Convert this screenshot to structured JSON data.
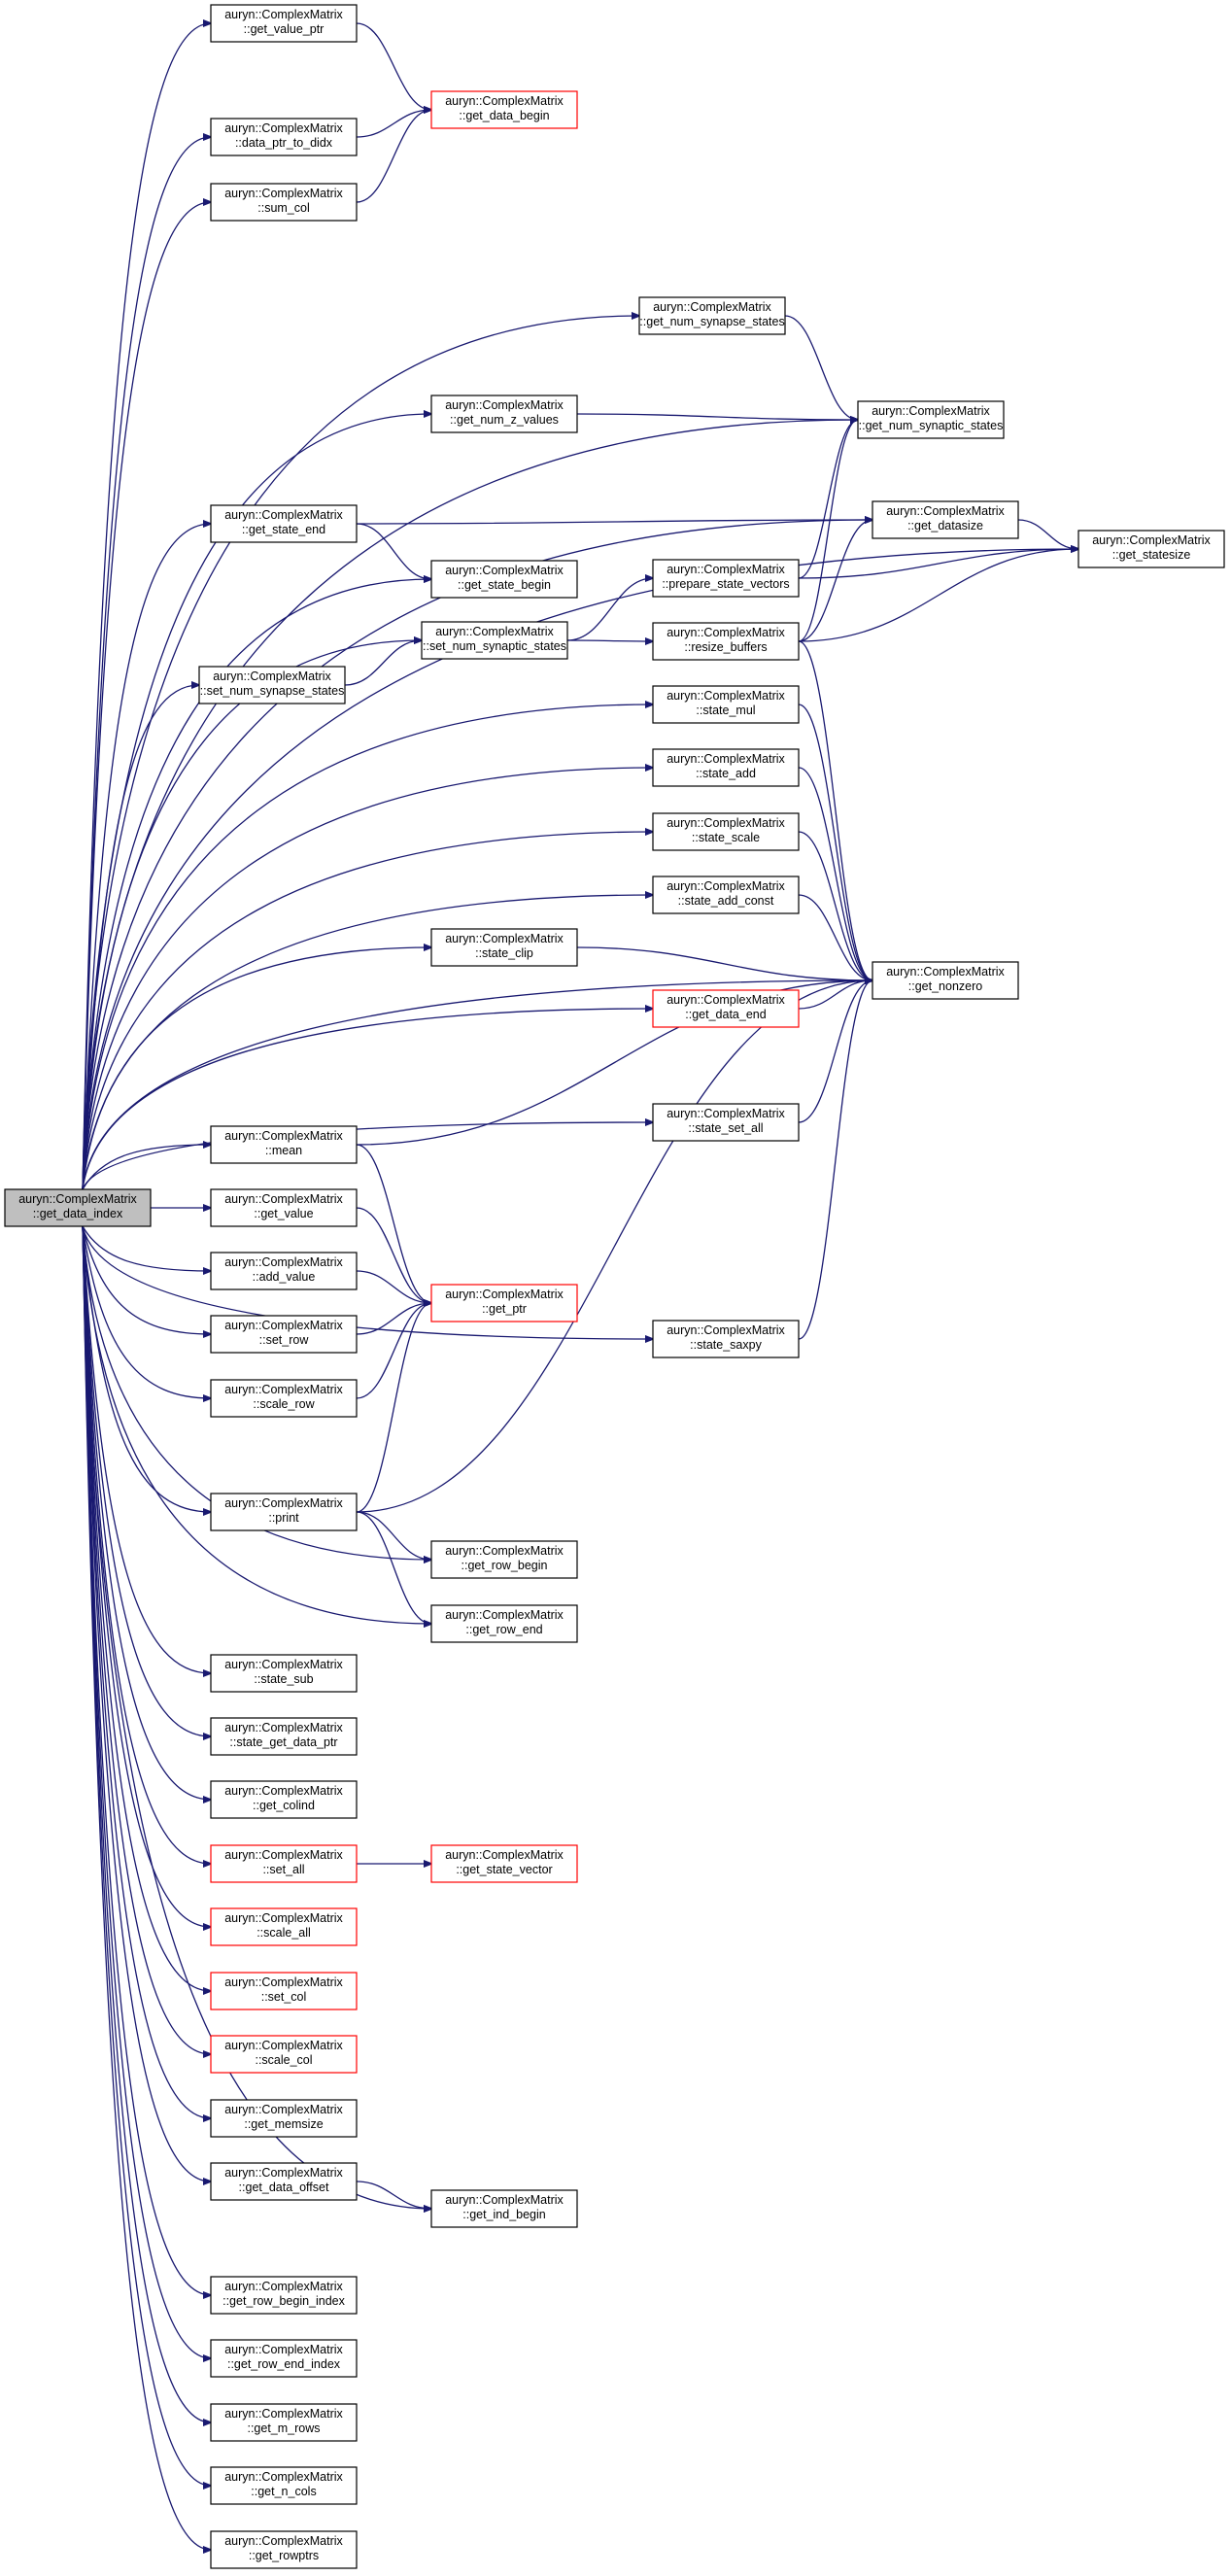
{
  "colors": {
    "edge": "#191970",
    "border": "#000000",
    "incomplete_border": "#ff0000",
    "root_fill": "#bfbfbf"
  },
  "nodes": {
    "get_data_index": {
      "l1": "auryn::ComplexMatrix",
      "l2": "::get_data_index",
      "root": true
    },
    "get_value_ptr": {
      "l1": "auryn::ComplexMatrix",
      "l2": "::get_value_ptr"
    },
    "data_ptr_to_didx": {
      "l1": "auryn::ComplexMatrix",
      "l2": "::data_ptr_to_didx"
    },
    "sum_col": {
      "l1": "auryn::ComplexMatrix",
      "l2": "::sum_col"
    },
    "get_data_begin": {
      "l1": "auryn::ComplexMatrix",
      "l2": "::get_data_begin",
      "red": true
    },
    "get_num_synapse_states": {
      "l1": "auryn::ComplexMatrix",
      "l2": "::get_num_synapse_states"
    },
    "get_num_z_values": {
      "l1": "auryn::ComplexMatrix",
      "l2": "::get_num_z_values"
    },
    "get_num_synaptic_states": {
      "l1": "auryn::ComplexMatrix",
      "l2": "::get_num_synaptic_states"
    },
    "get_state_end": {
      "l1": "auryn::ComplexMatrix",
      "l2": "::get_state_end"
    },
    "get_datasize": {
      "l1": "auryn::ComplexMatrix",
      "l2": "::get_datasize"
    },
    "get_statesize": {
      "l1": "auryn::ComplexMatrix",
      "l2": "::get_statesize"
    },
    "get_state_begin": {
      "l1": "auryn::ComplexMatrix",
      "l2": "::get_state_begin"
    },
    "prepare_state_vectors": {
      "l1": "auryn::ComplexMatrix",
      "l2": "::prepare_state_vectors"
    },
    "set_num_synaptic_states": {
      "l1": "auryn::ComplexMatrix",
      "l2": "::set_num_synaptic_states"
    },
    "resize_buffers": {
      "l1": "auryn::ComplexMatrix",
      "l2": "::resize_buffers"
    },
    "set_num_synapse_states": {
      "l1": "auryn::ComplexMatrix",
      "l2": "::set_num_synapse_states"
    },
    "state_mul": {
      "l1": "auryn::ComplexMatrix",
      "l2": "::state_mul"
    },
    "state_add": {
      "l1": "auryn::ComplexMatrix",
      "l2": "::state_add"
    },
    "state_scale": {
      "l1": "auryn::ComplexMatrix",
      "l2": "::state_scale"
    },
    "state_add_const": {
      "l1": "auryn::ComplexMatrix",
      "l2": "::state_add_const"
    },
    "state_clip": {
      "l1": "auryn::ComplexMatrix",
      "l2": "::state_clip"
    },
    "get_nonzero": {
      "l1": "auryn::ComplexMatrix",
      "l2": "::get_nonzero"
    },
    "get_data_end": {
      "l1": "auryn::ComplexMatrix",
      "l2": "::get_data_end",
      "red": true
    },
    "state_set_all": {
      "l1": "auryn::ComplexMatrix",
      "l2": "::state_set_all"
    },
    "mean": {
      "l1": "auryn::ComplexMatrix",
      "l2": "::mean"
    },
    "get_value": {
      "l1": "auryn::ComplexMatrix",
      "l2": "::get_value"
    },
    "add_value": {
      "l1": "auryn::ComplexMatrix",
      "l2": "::add_value"
    },
    "get_ptr": {
      "l1": "auryn::ComplexMatrix",
      "l2": "::get_ptr",
      "red": true
    },
    "set_row": {
      "l1": "auryn::ComplexMatrix",
      "l2": "::set_row"
    },
    "scale_row": {
      "l1": "auryn::ComplexMatrix",
      "l2": "::scale_row"
    },
    "state_saxpy": {
      "l1": "auryn::ComplexMatrix",
      "l2": "::state_saxpy"
    },
    "print": {
      "l1": "auryn::ComplexMatrix",
      "l2": "::print"
    },
    "get_row_begin": {
      "l1": "auryn::ComplexMatrix",
      "l2": "::get_row_begin"
    },
    "get_row_end": {
      "l1": "auryn::ComplexMatrix",
      "l2": "::get_row_end"
    },
    "state_sub": {
      "l1": "auryn::ComplexMatrix",
      "l2": "::state_sub"
    },
    "state_get_data_ptr": {
      "l1": "auryn::ComplexMatrix",
      "l2": "::state_get_data_ptr"
    },
    "get_colind": {
      "l1": "auryn::ComplexMatrix",
      "l2": "::get_colind"
    },
    "set_all": {
      "l1": "auryn::ComplexMatrix",
      "l2": "::set_all",
      "red": true
    },
    "get_state_vector": {
      "l1": "auryn::ComplexMatrix",
      "l2": "::get_state_vector",
      "red": true
    },
    "scale_all": {
      "l1": "auryn::ComplexMatrix",
      "l2": "::scale_all",
      "red": true
    },
    "set_col": {
      "l1": "auryn::ComplexMatrix",
      "l2": "::set_col",
      "red": true
    },
    "scale_col": {
      "l1": "auryn::ComplexMatrix",
      "l2": "::scale_col",
      "red": true
    },
    "get_memsize": {
      "l1": "auryn::ComplexMatrix",
      "l2": "::get_memsize"
    },
    "get_data_offset": {
      "l1": "auryn::ComplexMatrix",
      "l2": "::get_data_offset"
    },
    "get_ind_begin": {
      "l1": "auryn::ComplexMatrix",
      "l2": "::get_ind_begin"
    },
    "get_row_begin_index": {
      "l1": "auryn::ComplexMatrix",
      "l2": "::get_row_begin_index"
    },
    "get_row_end_index": {
      "l1": "auryn::ComplexMatrix",
      "l2": "::get_row_end_index"
    },
    "get_m_rows": {
      "l1": "auryn::ComplexMatrix",
      "l2": "::get_m_rows"
    },
    "get_n_cols": {
      "l1": "auryn::ComplexMatrix",
      "l2": "::get_n_cols"
    },
    "get_rowptrs": {
      "l1": "auryn::ComplexMatrix",
      "l2": "::get_rowptrs"
    }
  },
  "edges": [
    [
      "get_data_index",
      "get_value_ptr"
    ],
    [
      "get_data_index",
      "data_ptr_to_didx"
    ],
    [
      "get_data_index",
      "sum_col"
    ],
    [
      "get_data_index",
      "get_statesize"
    ],
    [
      "get_data_index",
      "get_num_synapse_states"
    ],
    [
      "get_data_index",
      "get_num_synaptic_states"
    ],
    [
      "get_data_index",
      "get_num_z_values"
    ],
    [
      "get_data_index",
      "get_datasize"
    ],
    [
      "get_data_index",
      "get_state_end"
    ],
    [
      "get_data_index",
      "get_state_begin"
    ],
    [
      "get_data_index",
      "set_num_synaptic_states"
    ],
    [
      "get_data_index",
      "set_num_synapse_states"
    ],
    [
      "get_data_index",
      "state_mul"
    ],
    [
      "get_data_index",
      "state_add"
    ],
    [
      "get_data_index",
      "state_scale"
    ],
    [
      "get_data_index",
      "state_add_const"
    ],
    [
      "get_data_index",
      "state_clip"
    ],
    [
      "get_data_index",
      "get_data_end"
    ],
    [
      "get_data_index",
      "get_nonzero"
    ],
    [
      "get_data_index",
      "state_set_all"
    ],
    [
      "get_data_index",
      "mean"
    ],
    [
      "get_data_index",
      "get_value"
    ],
    [
      "get_data_index",
      "add_value"
    ],
    [
      "get_data_index",
      "set_row"
    ],
    [
      "get_data_index",
      "scale_row"
    ],
    [
      "get_data_index",
      "state_saxpy"
    ],
    [
      "get_data_index",
      "print"
    ],
    [
      "get_data_index",
      "get_row_begin"
    ],
    [
      "get_data_index",
      "get_row_end"
    ],
    [
      "get_data_index",
      "state_sub"
    ],
    [
      "get_data_index",
      "state_get_data_ptr"
    ],
    [
      "get_data_index",
      "get_colind"
    ],
    [
      "get_data_index",
      "set_all"
    ],
    [
      "get_data_index",
      "scale_all"
    ],
    [
      "get_data_index",
      "set_col"
    ],
    [
      "get_data_index",
      "scale_col"
    ],
    [
      "get_data_index",
      "get_memsize"
    ],
    [
      "get_data_index",
      "get_data_offset"
    ],
    [
      "get_data_index",
      "get_ind_begin"
    ],
    [
      "get_data_index",
      "get_row_begin_index"
    ],
    [
      "get_data_index",
      "get_row_end_index"
    ],
    [
      "get_data_index",
      "get_m_rows"
    ],
    [
      "get_data_index",
      "get_n_cols"
    ],
    [
      "get_data_index",
      "get_rowptrs"
    ],
    [
      "get_value_ptr",
      "get_data_begin"
    ],
    [
      "data_ptr_to_didx",
      "get_data_begin"
    ],
    [
      "sum_col",
      "get_data_begin"
    ],
    [
      "get_num_synapse_states",
      "get_num_synaptic_states"
    ],
    [
      "get_num_z_values",
      "get_num_synaptic_states"
    ],
    [
      "get_state_end",
      "get_datasize"
    ],
    [
      "get_state_end",
      "get_state_begin"
    ],
    [
      "get_datasize",
      "get_statesize"
    ],
    [
      "prepare_state_vectors",
      "get_num_synaptic_states"
    ],
    [
      "prepare_state_vectors",
      "get_statesize"
    ],
    [
      "set_num_synaptic_states",
      "prepare_state_vectors"
    ],
    [
      "set_num_synaptic_states",
      "resize_buffers"
    ],
    [
      "set_num_synapse_states",
      "set_num_synaptic_states"
    ],
    [
      "resize_buffers",
      "get_num_synaptic_states"
    ],
    [
      "resize_buffers",
      "get_datasize"
    ],
    [
      "resize_buffers",
      "get_statesize"
    ],
    [
      "resize_buffers",
      "get_nonzero"
    ],
    [
      "state_mul",
      "get_nonzero"
    ],
    [
      "state_add",
      "get_nonzero"
    ],
    [
      "state_scale",
      "get_nonzero"
    ],
    [
      "state_add_const",
      "get_nonzero"
    ],
    [
      "state_clip",
      "get_nonzero"
    ],
    [
      "get_data_end",
      "get_nonzero"
    ],
    [
      "state_set_all",
      "get_nonzero"
    ],
    [
      "state_saxpy",
      "get_nonzero"
    ],
    [
      "mean",
      "get_nonzero"
    ],
    [
      "mean",
      "get_ptr"
    ],
    [
      "get_value",
      "get_ptr"
    ],
    [
      "add_value",
      "get_ptr"
    ],
    [
      "set_row",
      "get_ptr"
    ],
    [
      "scale_row",
      "get_ptr"
    ],
    [
      "print",
      "get_ptr"
    ],
    [
      "print",
      "get_nonzero"
    ],
    [
      "print",
      "get_row_begin"
    ],
    [
      "print",
      "get_row_end"
    ],
    [
      "set_all",
      "get_state_vector"
    ],
    [
      "get_data_offset",
      "get_ind_begin"
    ]
  ]
}
